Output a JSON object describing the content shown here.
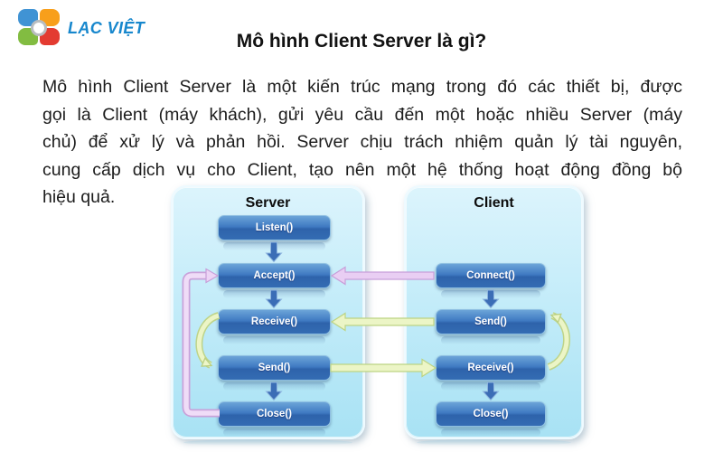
{
  "logo": {
    "text": "LẠC VIỆT",
    "icon_colors": {
      "top_left": "#4093d4",
      "top_right": "#f89f1b",
      "bottom_left": "#82bc41",
      "bottom_right": "#e33b31"
    },
    "text_color": "#1787cd"
  },
  "title": "Mô hình Client Server là gì?",
  "paragraph": {
    "lines": [
      "Mô hình Client Server là một kiến trúc mạng trong đó các thiết bị, được",
      "gọi là Client (máy khách), gửi yêu cầu đến một hoặc nhiều Server (máy",
      "chủ) để xử lý và phản hồi. Server chịu trách nhiệm quản lý tài nguyên,",
      "cung cấp dịch vụ cho Client, tạo nên một hệ thống hoạt động đồng bộ",
      "hiệu quả."
    ]
  },
  "diagram": {
    "server": {
      "title": "Server",
      "steps": [
        "Listen()",
        "Accept()",
        "Receive()",
        "Send()",
        "Close()"
      ]
    },
    "client": {
      "title": "Client",
      "steps": [
        "Connect()",
        "Send()",
        "Receive()",
        "Close()"
      ]
    },
    "connections": [
      {
        "from": "client Connect()",
        "to": "server Accept()",
        "style": "pink-block-arrow",
        "direction": "left"
      },
      {
        "from": "client Send()",
        "to": "server Receive()",
        "style": "green-block-arrow",
        "direction": "left"
      },
      {
        "from": "server Send()",
        "to": "client Receive()",
        "style": "green-block-arrow",
        "direction": "right"
      },
      {
        "from": "server Close()",
        "to": "server Accept()",
        "style": "pink-loop-line",
        "direction": "up"
      },
      {
        "from": "server Receive()",
        "to": "server Send()",
        "style": "green-curved-arrow",
        "side": "left"
      },
      {
        "from": "client Receive()",
        "to": "client Send()",
        "style": "green-curved-arrow",
        "side": "right"
      }
    ],
    "colors": {
      "panel_fill": "#bfe9f6",
      "node_fill": "#346cb3",
      "flow_arrow_blue": "#3b6db6",
      "connect_arrow_pink": "#e9cef3",
      "data_arrow_green": "#ecf5c6"
    }
  }
}
